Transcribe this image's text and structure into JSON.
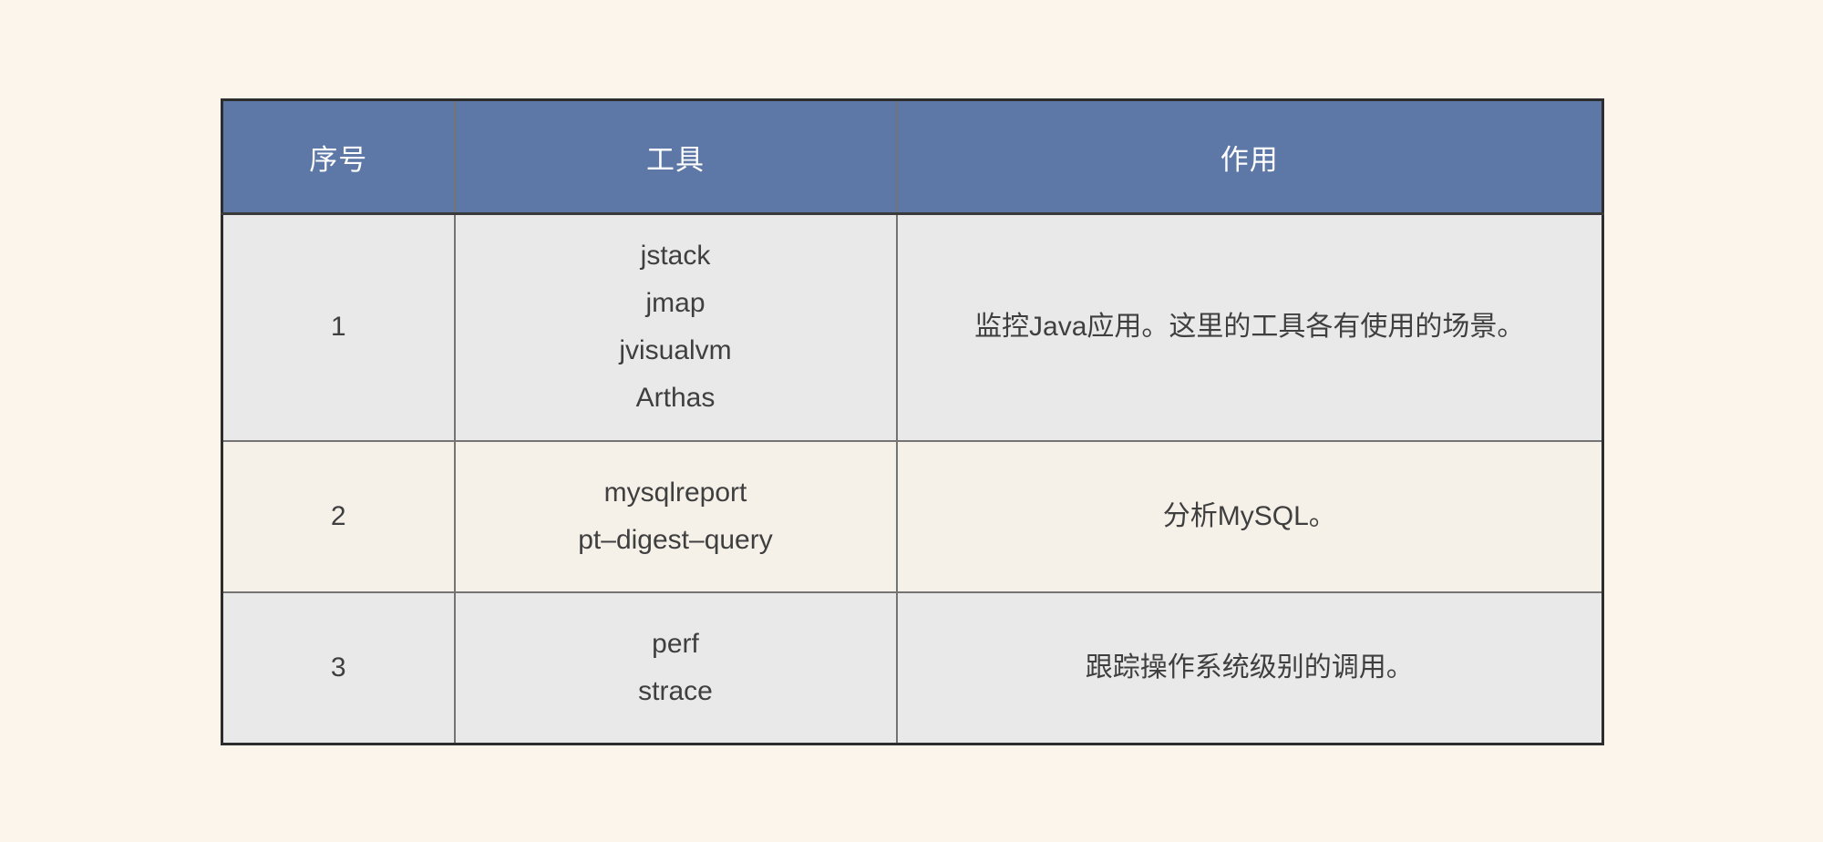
{
  "colors": {
    "page_bg": "#fbf5ec",
    "header_bg": "#5d78a6",
    "header_text": "#ffffff",
    "row_gray": "#e9e9e9",
    "row_cream": "#f5f0e8",
    "body_text": "#3f3f3f",
    "border_dark": "#2d2d2d",
    "border_inner": "#747474"
  },
  "table": {
    "columns": {
      "index_label": "序号",
      "tool_label": "工具",
      "purpose_label": "作用"
    },
    "rows": [
      {
        "index": "1",
        "tools": [
          "jstack",
          "jmap",
          "jvisualvm",
          "Arthas"
        ],
        "purpose": "监控Java应用。这里的工具各有使用的场景。"
      },
      {
        "index": "2",
        "tools": [
          "mysqlreport",
          "pt–digest–query"
        ],
        "purpose": "分析MySQL。"
      },
      {
        "index": "3",
        "tools": [
          "perf",
          "strace"
        ],
        "purpose": "跟踪操作系统级别的调用。"
      }
    ]
  }
}
